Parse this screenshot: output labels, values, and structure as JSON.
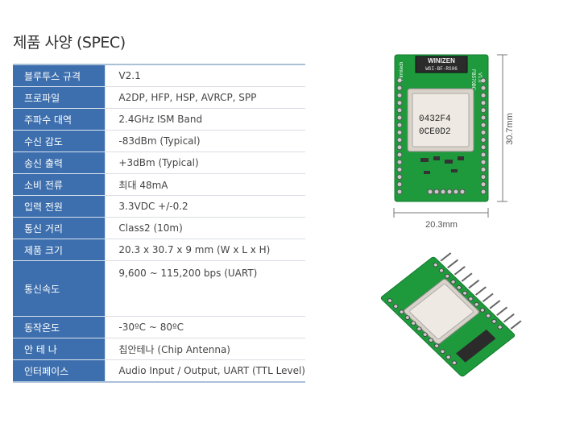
{
  "title": "제품 사양 (SPEC)",
  "spec_rows": [
    {
      "label": "블루투스 규격",
      "value": "V2.1"
    },
    {
      "label": "프로파일",
      "value": "A2DP, HFP, HSP, AVRCP, SPP"
    },
    {
      "label": "주파수 대역",
      "value": "2.4GHz ISM Band"
    },
    {
      "label": "수신 감도",
      "value": "-83dBm (Typical)"
    },
    {
      "label": "송신 출력",
      "value": "+3dBm (Typical)"
    },
    {
      "label": "소비 전류",
      "value": "최대 48mA"
    },
    {
      "label": "입력 전원",
      "value": "3.3VDC +/-0.2"
    },
    {
      "label": "통신 거리",
      "value": "Class2 (10m)"
    },
    {
      "label": "제품 크기",
      "value": "20.3 x 30.7 x 9 mm (W x L x H)"
    },
    {
      "label": "통신속도",
      "value": "9,600 ~ 115,200 bps (UART)"
    },
    {
      "label": "동작온도",
      "value": "-30ºC ~ 80ºC"
    },
    {
      "label": "안 테 나",
      "value": "칩안테나 (Chip Antenna)"
    },
    {
      "label": "인터페이스",
      "value": "Audio Input / Output, UART (TTL Level)"
    }
  ],
  "module": {
    "shield_brand": "WINIZEN",
    "shield_model": "WSI-BF-RS06",
    "chip_line1": "0432F4",
    "chip_line2": "0CE0D2",
    "silk_brand": "Firmtech",
    "silk_model": "FB570BC",
    "silk_rev": "V1.0"
  },
  "dimensions": {
    "height": "30.7mm",
    "width": "20.3mm"
  },
  "colors": {
    "label_bg": "#3d6fae",
    "pcb_green": "#1e9a3c",
    "table_border": "#aac0d8"
  }
}
